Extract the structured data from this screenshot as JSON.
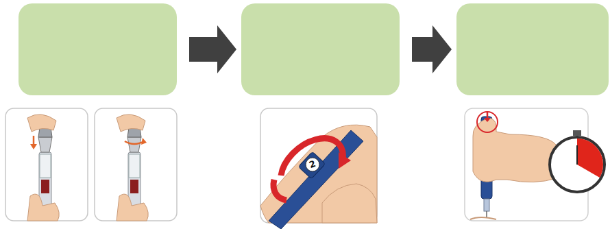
{
  "diagram": {
    "nodes": [
      {
        "text": []
      },
      {
        "text": []
      },
      {
        "text": []
      }
    ],
    "edges": [
      {
        "from": 0,
        "to": 1,
        "arrow": "to"
      },
      {
        "from": 1,
        "to": 2,
        "arrow": "to"
      }
    ],
    "labels": [
      "2"
    ]
  }
}
